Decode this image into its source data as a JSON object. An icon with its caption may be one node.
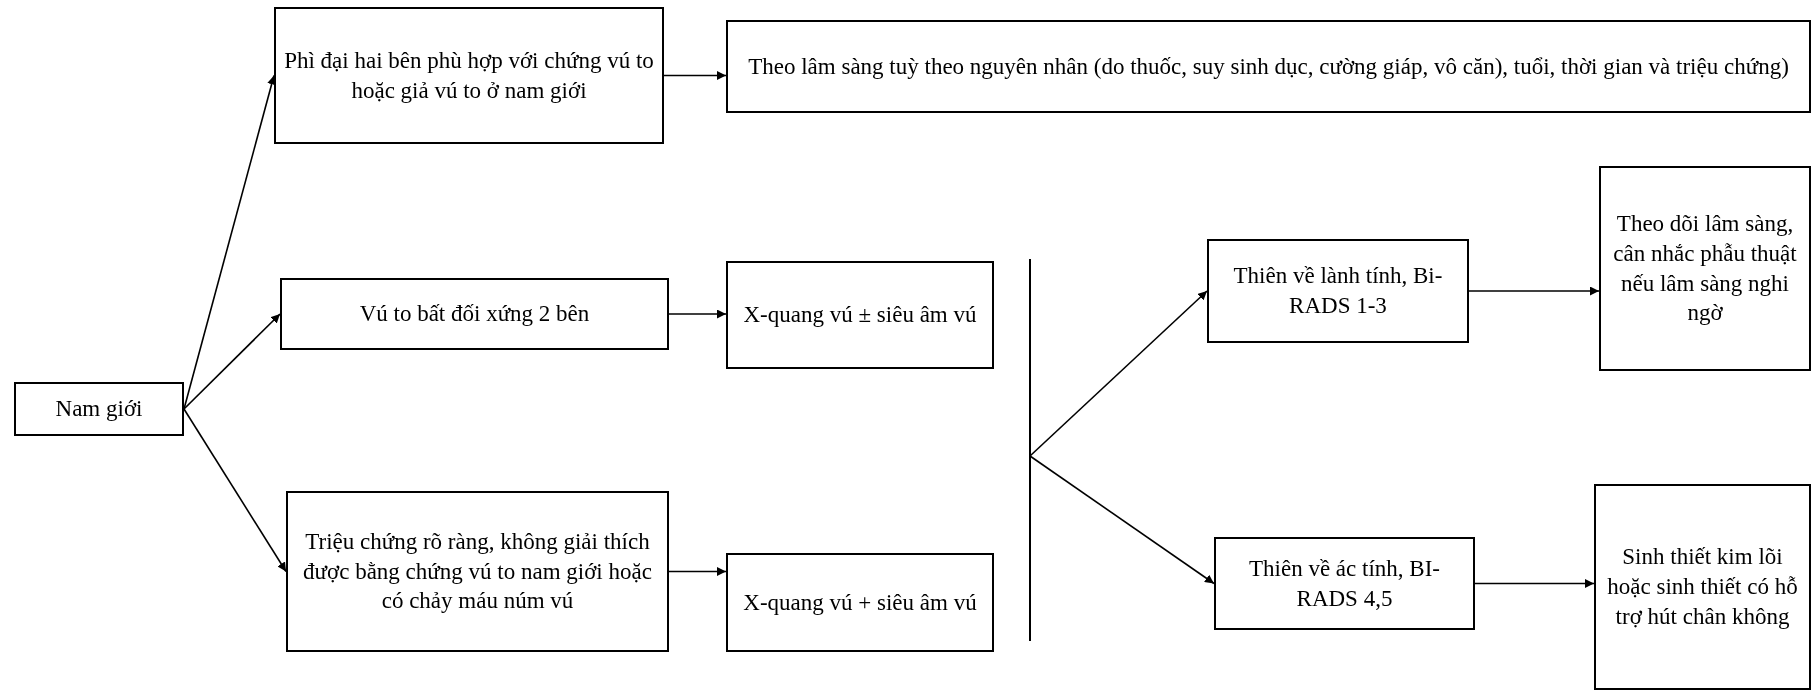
{
  "diagram": {
    "nodes": [
      {
        "text": [
          "Nam giới"
        ]
      },
      {
        "text": [
          "Phì đại hai bên phù hợp với chứng vú to hoặc giả vú to ở nam giới"
        ]
      },
      {
        "text": [
          "Theo lâm sàng tuỳ theo nguyên nhân (do thuốc, suy sinh dục, cường giáp, vô căn), tuổi, thời gian và triệu chứng)"
        ]
      },
      {
        "text": [
          "Vú to bất đối xứng 2 bên"
        ]
      },
      {
        "text": [
          "X-quang vú ± siêu âm vú"
        ]
      },
      {
        "text": [
          "Triệu chứng rõ ràng, không giải thích được bằng chứng vú to nam giới hoặc có chảy máu núm vú"
        ]
      },
      {
        "text": [
          "X-quang vú + siêu âm vú"
        ]
      },
      {
        "text": [],
        "shape": "bar"
      },
      {
        "text": [
          "Thiên về lành tính, Bi-RADS 1-3"
        ]
      },
      {
        "text": [
          "Theo dõi lâm sàng, cân nhắc phẫu thuật nếu lâm sàng nghi ngờ"
        ]
      },
      {
        "text": [
          "Thiên về ác tính, BI-RADS 4,5"
        ]
      },
      {
        "text": [
          "Sinh thiết kim lõi hoặc sinh thiết có hỗ trợ hút chân không"
        ]
      }
    ],
    "edges": [
      {
        "from": 0,
        "to": 1,
        "arrow": "to"
      },
      {
        "from": 0,
        "to": 3,
        "arrow": "to"
      },
      {
        "from": 0,
        "to": 5,
        "arrow": "to"
      },
      {
        "from": 1,
        "to": 2,
        "arrow": "to"
      },
      {
        "from": 3,
        "to": 4,
        "arrow": "to"
      },
      {
        "from": 5,
        "to": 6,
        "arrow": "to"
      },
      {
        "from": 7,
        "to": 8,
        "arrow": "to"
      },
      {
        "from": 7,
        "to": 10,
        "arrow": "to"
      },
      {
        "from": 8,
        "to": 9,
        "arrow": "to"
      },
      {
        "from": 10,
        "to": 11,
        "arrow": "to"
      }
    ]
  }
}
